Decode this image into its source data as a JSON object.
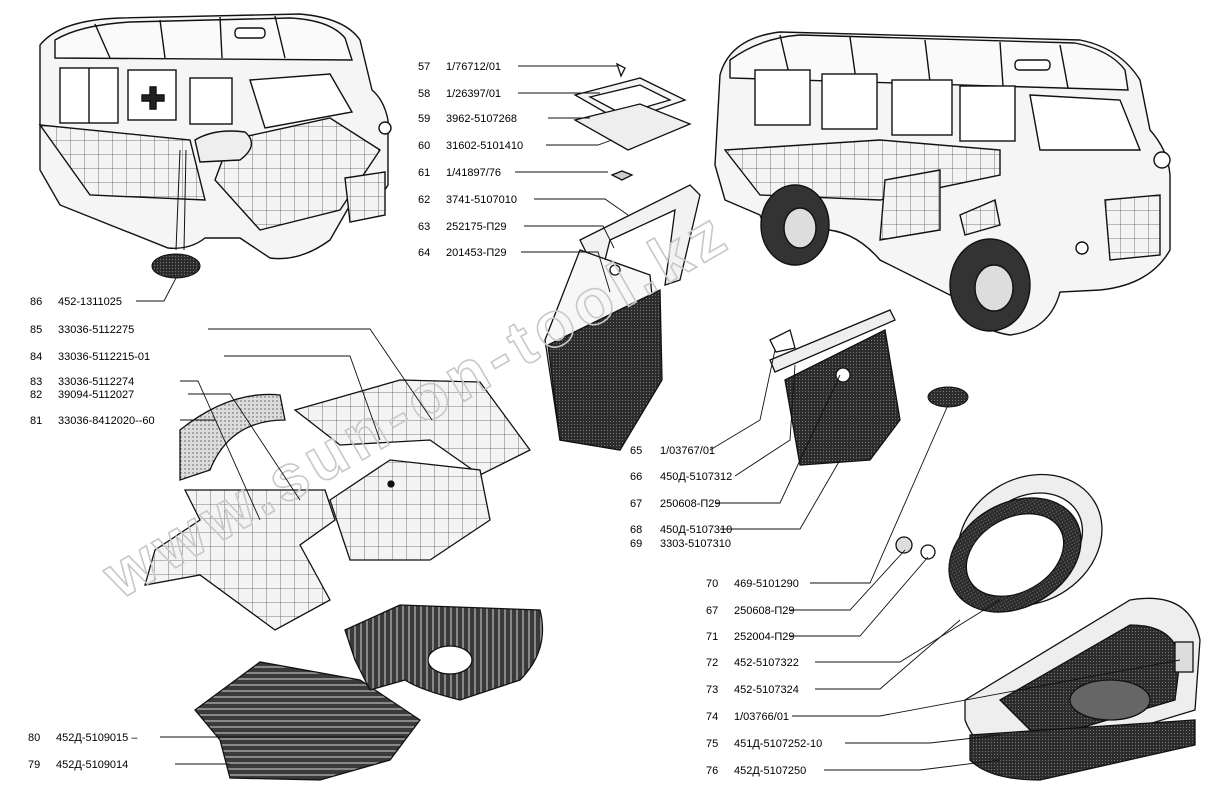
{
  "watermark": "www.sun-on-tool.kz",
  "parts": [
    {
      "num": "57",
      "code": "1/76712/01"
    },
    {
      "num": "58",
      "code": "1/26397/01"
    },
    {
      "num": "59",
      "code": "3962-5107268"
    },
    {
      "num": "60",
      "code": "31602-5101410"
    },
    {
      "num": "61",
      "code": "1/41897/76"
    },
    {
      "num": "62",
      "code": "3741-5107010"
    },
    {
      "num": "63",
      "code": "252175-П29"
    },
    {
      "num": "64",
      "code": "201453-П29"
    },
    {
      "num": "86",
      "code": "452-1311025"
    },
    {
      "num": "85",
      "code": "33036-5112275"
    },
    {
      "num": "84",
      "code": "33036-5112215-01"
    },
    {
      "num": "83",
      "code": "33036-5112274"
    },
    {
      "num": "82",
      "code": "39094-5112027"
    },
    {
      "num": "81",
      "code": "33036-8412020--60"
    },
    {
      "num": "65",
      "code": "1/03767/01"
    },
    {
      "num": "66",
      "code": "450Д-5107312"
    },
    {
      "num": "67",
      "code": "250608-П29"
    },
    {
      "num": "68",
      "code": "450Д-5107310"
    },
    {
      "num": "69",
      "code": "3303-5107310"
    },
    {
      "num": "70",
      "code": "469-5101290"
    },
    {
      "num": "67",
      "code": "250608-П29"
    },
    {
      "num": "71",
      "code": "252004-П29"
    },
    {
      "num": "72",
      "code": "452-5107322"
    },
    {
      "num": "73",
      "code": "452-5107324"
    },
    {
      "num": "74",
      "code": "1/03766/01"
    },
    {
      "num": "75",
      "code": "451Д-5107252-10"
    },
    {
      "num": "76",
      "code": "452Д-5107250"
    },
    {
      "num": "80",
      "code": "452Д-5109015 –"
    },
    {
      "num": "79",
      "code": "452Д-5109014"
    }
  ]
}
